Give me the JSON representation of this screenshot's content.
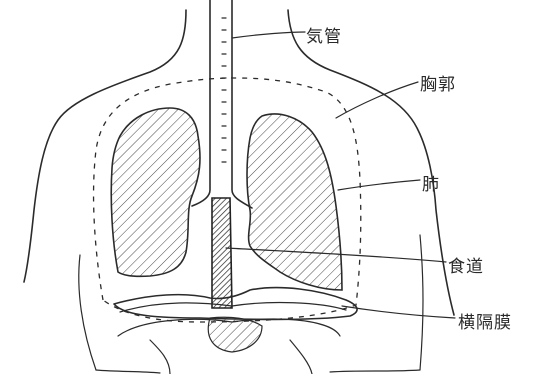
{
  "labels": {
    "trachea": "気管",
    "thorax": "胸郭",
    "lung": "肺",
    "esophagus": "食道",
    "diaphragm": "横隔膜"
  }
}
